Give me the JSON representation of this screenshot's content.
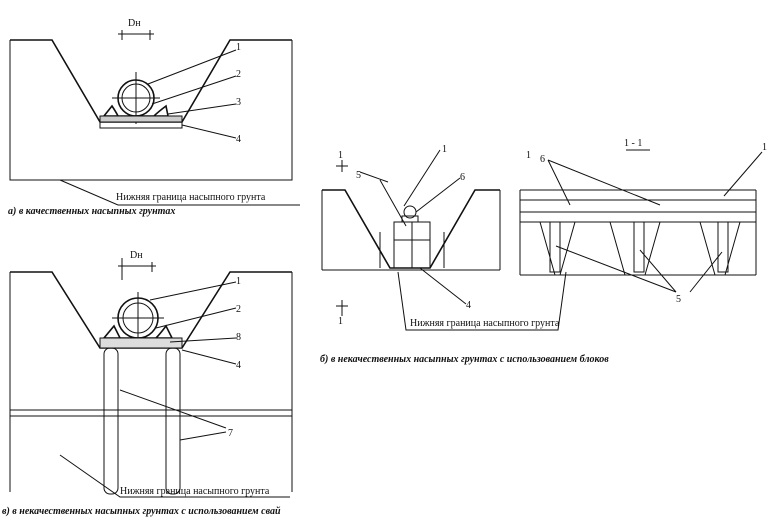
{
  "diagram_a": {
    "dimension_label": "Dн",
    "callouts": [
      "1",
      "2",
      "3",
      "4"
    ],
    "boundary_label": "Нижняя граница насыпного грунта",
    "caption": "а) в качественных насыпных грунтах"
  },
  "diagram_b": {
    "section_mark": "1",
    "callouts": [
      "5",
      "1",
      "6",
      "4"
    ],
    "boundary_label": "Нижняя граница насыпного грунта",
    "caption": "б) в некачественных насыпных грунтах с использованием блоков",
    "section_title": "1 - 1",
    "section_callouts": [
      "1",
      "6",
      "1",
      "5"
    ]
  },
  "diagram_c": {
    "dimension_label": "Dн",
    "callouts": [
      "1",
      "2",
      "8",
      "4",
      "7"
    ],
    "boundary_label": "Нижняя граница насыпного грунта",
    "caption": "в) в некачественных насыпных грунтах с использованием свай"
  }
}
